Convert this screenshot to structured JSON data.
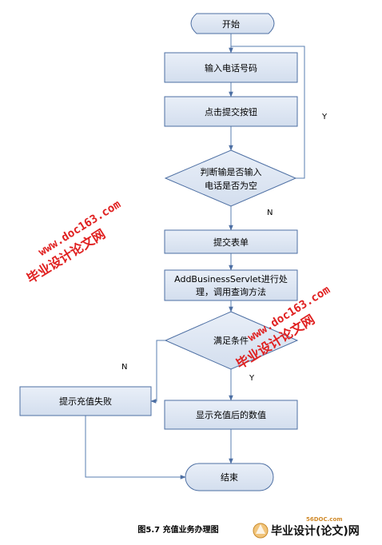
{
  "nodes": {
    "start": "开始",
    "input_phone": "输入电话号码",
    "click_submit": "点击提交按钮",
    "check_empty_line1": "判断输是否输入",
    "check_empty_line2": "电话是否为空",
    "submit_form": "提交表单",
    "servlet_line1": "AddBusinessServlet进行处",
    "servlet_line2": "理，调用查询方法",
    "condition": "满足条件",
    "fail": "提示充值失败",
    "show_balance": "显示充值后的数值",
    "end": "结束"
  },
  "edge_labels": {
    "check_yes": "Y",
    "check_no": "N",
    "cond_no": "N",
    "cond_yes": "Y"
  },
  "caption": "图5.7 充值业务办理图",
  "watermarks": {
    "url_1": "www.doc163.com",
    "site_1": "毕业设计论文网",
    "url_2": "www.doc163.com",
    "site_2": "毕业设计论文网"
  },
  "logo": {
    "small": "56DOC.com",
    "big": "毕业设计(论文)网"
  },
  "colors": {
    "box_fill": "#dde6f2",
    "box_stroke": "#4d6fa3",
    "edge": "#5a7fb0",
    "watermark": "#e02020"
  }
}
